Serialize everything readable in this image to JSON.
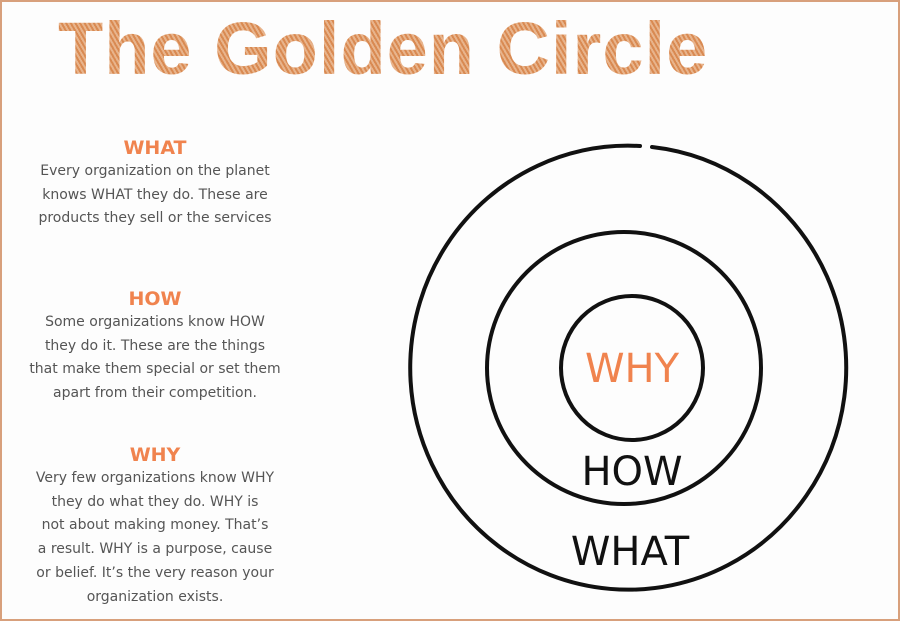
{
  "title": "The Golden Circle",
  "sections": [
    {
      "heading": "WHAT",
      "lines": [
        "Every organization on the planet",
        "knows WHAT they do. These are",
        "products they sell or the services"
      ]
    },
    {
      "heading": "HOW",
      "lines": [
        "Some organizations know HOW",
        "they do it. These are the things",
        "that make them special or set them",
        "apart from their competition."
      ]
    },
    {
      "heading": "WHY",
      "lines": [
        "Very few organizations know WHY",
        "they do what they do. WHY is",
        "not about making money. That’s",
        "a result. WHY is a purpose, cause",
        "or belief. It’s the very reason your",
        "organization exists."
      ]
    }
  ],
  "diagram": {
    "inner": "WHY",
    "middle": "HOW",
    "outer": "WHAT"
  },
  "colors": {
    "accent": "#f0834e",
    "title": "#dc9562",
    "ink": "#111111",
    "border": "#d8a07c"
  }
}
